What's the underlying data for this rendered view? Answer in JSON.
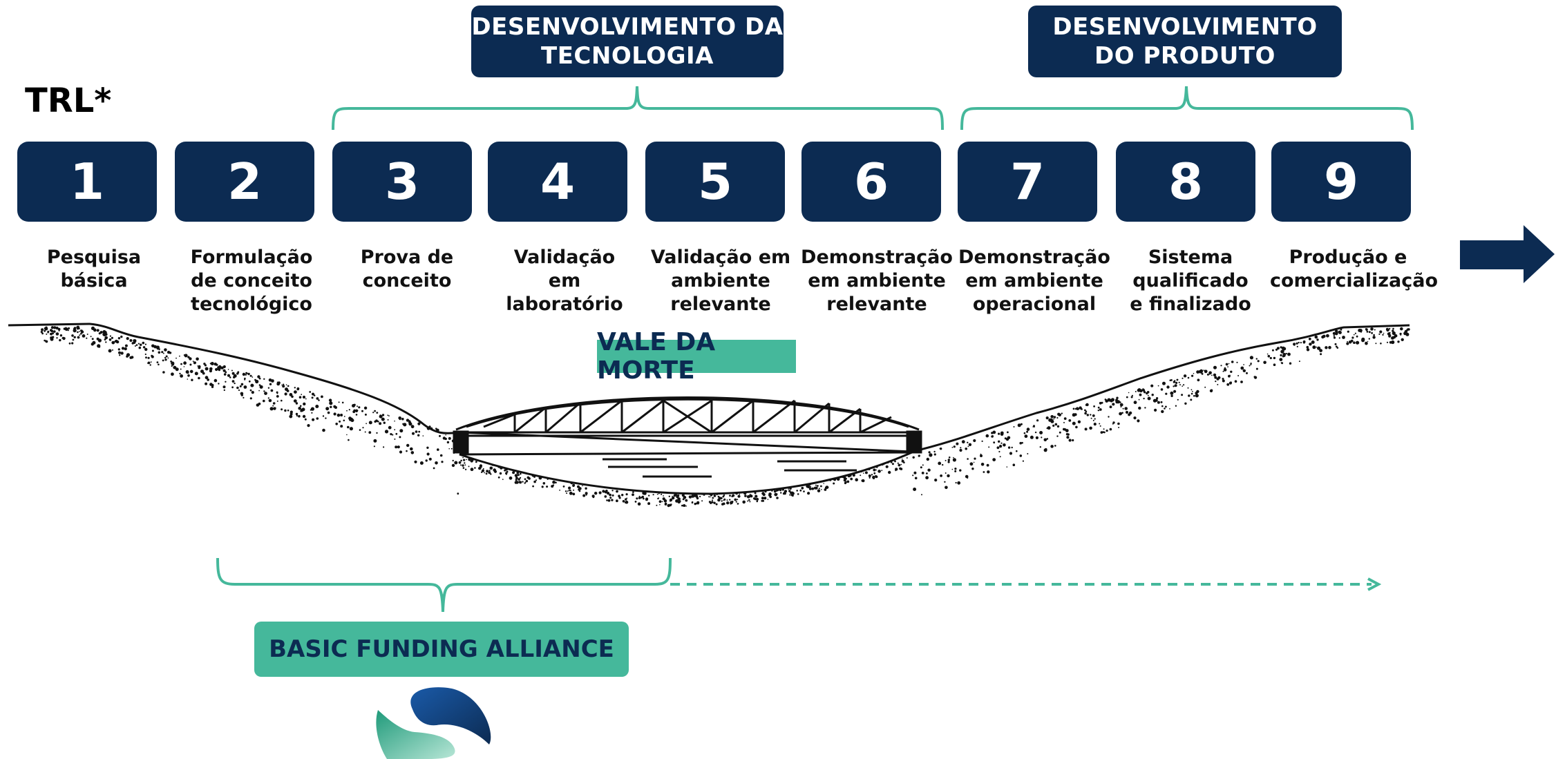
{
  "trl_label": "TRL*",
  "phases": [
    {
      "label": "DESENVOLVIMENTO DA\nTECNOLOGIA"
    },
    {
      "label": "DESENVOLVIMENTO\nDO PRODUTO"
    }
  ],
  "steps": [
    {
      "number": "1",
      "caption": "Pesquisa\nbásica"
    },
    {
      "number": "2",
      "caption": "Formulação\nde conceito\ntecnológico"
    },
    {
      "number": "3",
      "caption": "Prova de\nconceito"
    },
    {
      "number": "4",
      "caption": "Validação\nem\nlaboratório"
    },
    {
      "number": "5",
      "caption": "Validação em\nambiente\nrelevante"
    },
    {
      "number": "6",
      "caption": "Demonstração\nem ambiente\nrelevante"
    },
    {
      "number": "7",
      "caption": "Demonstração\nem ambiente\noperacional"
    },
    {
      "number": "8",
      "caption": "Sistema\nqualificado\ne finalizado"
    },
    {
      "number": "9",
      "caption": "Produção e\ncomercialização"
    }
  ],
  "valley_label": "VALE DA MORTE",
  "funding_label": "BASIC FUNDING ALLIANCE",
  "colors": {
    "navy": "#0c2b52",
    "teal": "#45b89b"
  },
  "icons": [
    "right-arrow-icon",
    "bridge-illustration",
    "alliance-logo"
  ]
}
